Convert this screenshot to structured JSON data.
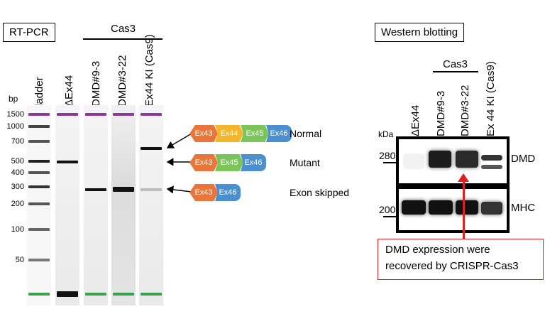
{
  "rtpcr": {
    "title": "RT-PCR",
    "group_label": "Cas3",
    "lanes": [
      "ladder",
      "ΔEx44",
      "DMD#9-3",
      "DMD#3-22",
      "Ex44 KI (Cas9)"
    ],
    "bp_unit": "bp",
    "bp_markers": [
      "1500",
      "1000",
      "700",
      "500",
      "400",
      "300",
      "200",
      "100",
      "50"
    ]
  },
  "schematic": {
    "rows": [
      {
        "name": "Normal",
        "exons": [
          "Ex43",
          "Ex44",
          "Ex45",
          "Ex46"
        ]
      },
      {
        "name": "Mutant",
        "exons": [
          "Ex43",
          "Ex45",
          "Ex46"
        ]
      },
      {
        "name": "Exon skipped",
        "exons": [
          "Ex43",
          "Ex46"
        ]
      }
    ],
    "exon_colors": {
      "Ex43": "#e8763a",
      "Ex44": "#f2b52b",
      "Ex45": "#7cc35a",
      "Ex46": "#4b8fcf"
    }
  },
  "western": {
    "title": "Western blotting",
    "group_label": "Cas3",
    "lanes": [
      "ΔEx44",
      "DMD#9-3",
      "DMD#3-22",
      "Ex 44 KI (Cas9)"
    ],
    "kda_unit": "kDa",
    "panels": [
      {
        "marker": "280",
        "protein": "DMD"
      },
      {
        "marker": "200",
        "protein": "MHC"
      }
    ],
    "callout": [
      "DMD expression were",
      "recovered by CRISPR-Cas3"
    ],
    "callout_color": "#e02020"
  }
}
